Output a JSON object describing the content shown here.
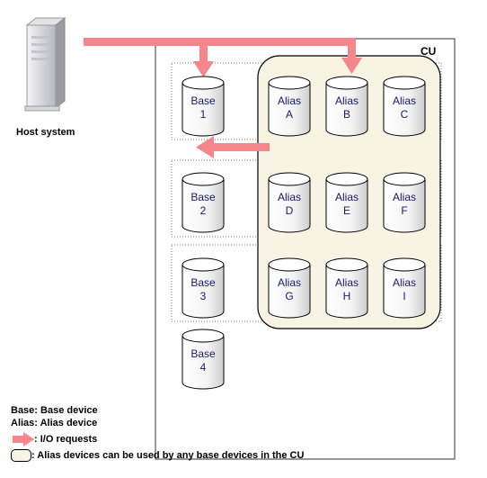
{
  "host": {
    "label": "Host system"
  },
  "cu": {
    "label": "CU"
  },
  "base_devices": [
    {
      "line1": "Base",
      "line2": "1"
    },
    {
      "line1": "Base",
      "line2": "2"
    },
    {
      "line1": "Base",
      "line2": "3"
    },
    {
      "line1": "Base",
      "line2": "4"
    }
  ],
  "alias_devices": [
    {
      "line1": "Alias",
      "line2": "A"
    },
    {
      "line1": "Alias",
      "line2": "B"
    },
    {
      "line1": "Alias",
      "line2": "C"
    },
    {
      "line1": "Alias",
      "line2": "D"
    },
    {
      "line1": "Alias",
      "line2": "E"
    },
    {
      "line1": "Alias",
      "line2": "F"
    },
    {
      "line1": "Alias",
      "line2": "G"
    },
    {
      "line1": "Alias",
      "line2": "H"
    },
    {
      "line1": "Alias",
      "line2": "I"
    }
  ],
  "legend": {
    "base": "Base: Base device",
    "alias": "Alias: Alias device",
    "io": ": I/O requests",
    "pool": ": Alias devices can be used by any base devices in the CU"
  },
  "colors": {
    "arrow": "#f4868c",
    "pool_fill": "#f8f3e3",
    "ink": "#1a1a6e"
  }
}
